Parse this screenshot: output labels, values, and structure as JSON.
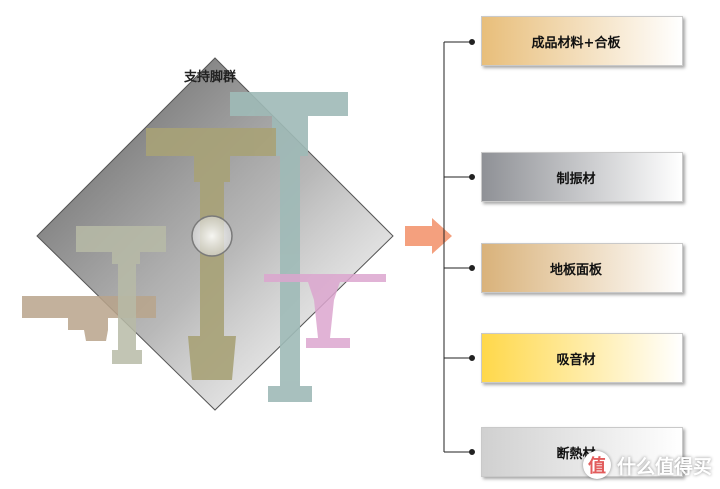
{
  "left_label": "支持脚群",
  "categories": [
    {
      "label": "成品材料+合板",
      "gradient": [
        "#e8be7a",
        "#ffffff"
      ]
    },
    {
      "label": "制振材",
      "gradient": [
        "#8f9196",
        "#ffffff"
      ]
    },
    {
      "label": "地板面板",
      "gradient": [
        "#d9b27a",
        "#ffffff"
      ]
    },
    {
      "label": "吸音材",
      "gradient": [
        "#ffd84a",
        "#ffffff"
      ]
    },
    {
      "label": "断熱材",
      "gradient": [
        "#d0d0d0",
        "#ffffff"
      ]
    }
  ],
  "colors": {
    "diamond": "#6f6f6f",
    "arrow": "#f4a07e",
    "pillar_brown": "#b9a48b",
    "pillar_olive": "#a8a277",
    "pillar_sage": "#b8bba7",
    "pillar_teal": "#9fbab7",
    "pillar_pink": "#dca6cf"
  },
  "watermark": {
    "text": "什么值得买",
    "icon": "值"
  }
}
